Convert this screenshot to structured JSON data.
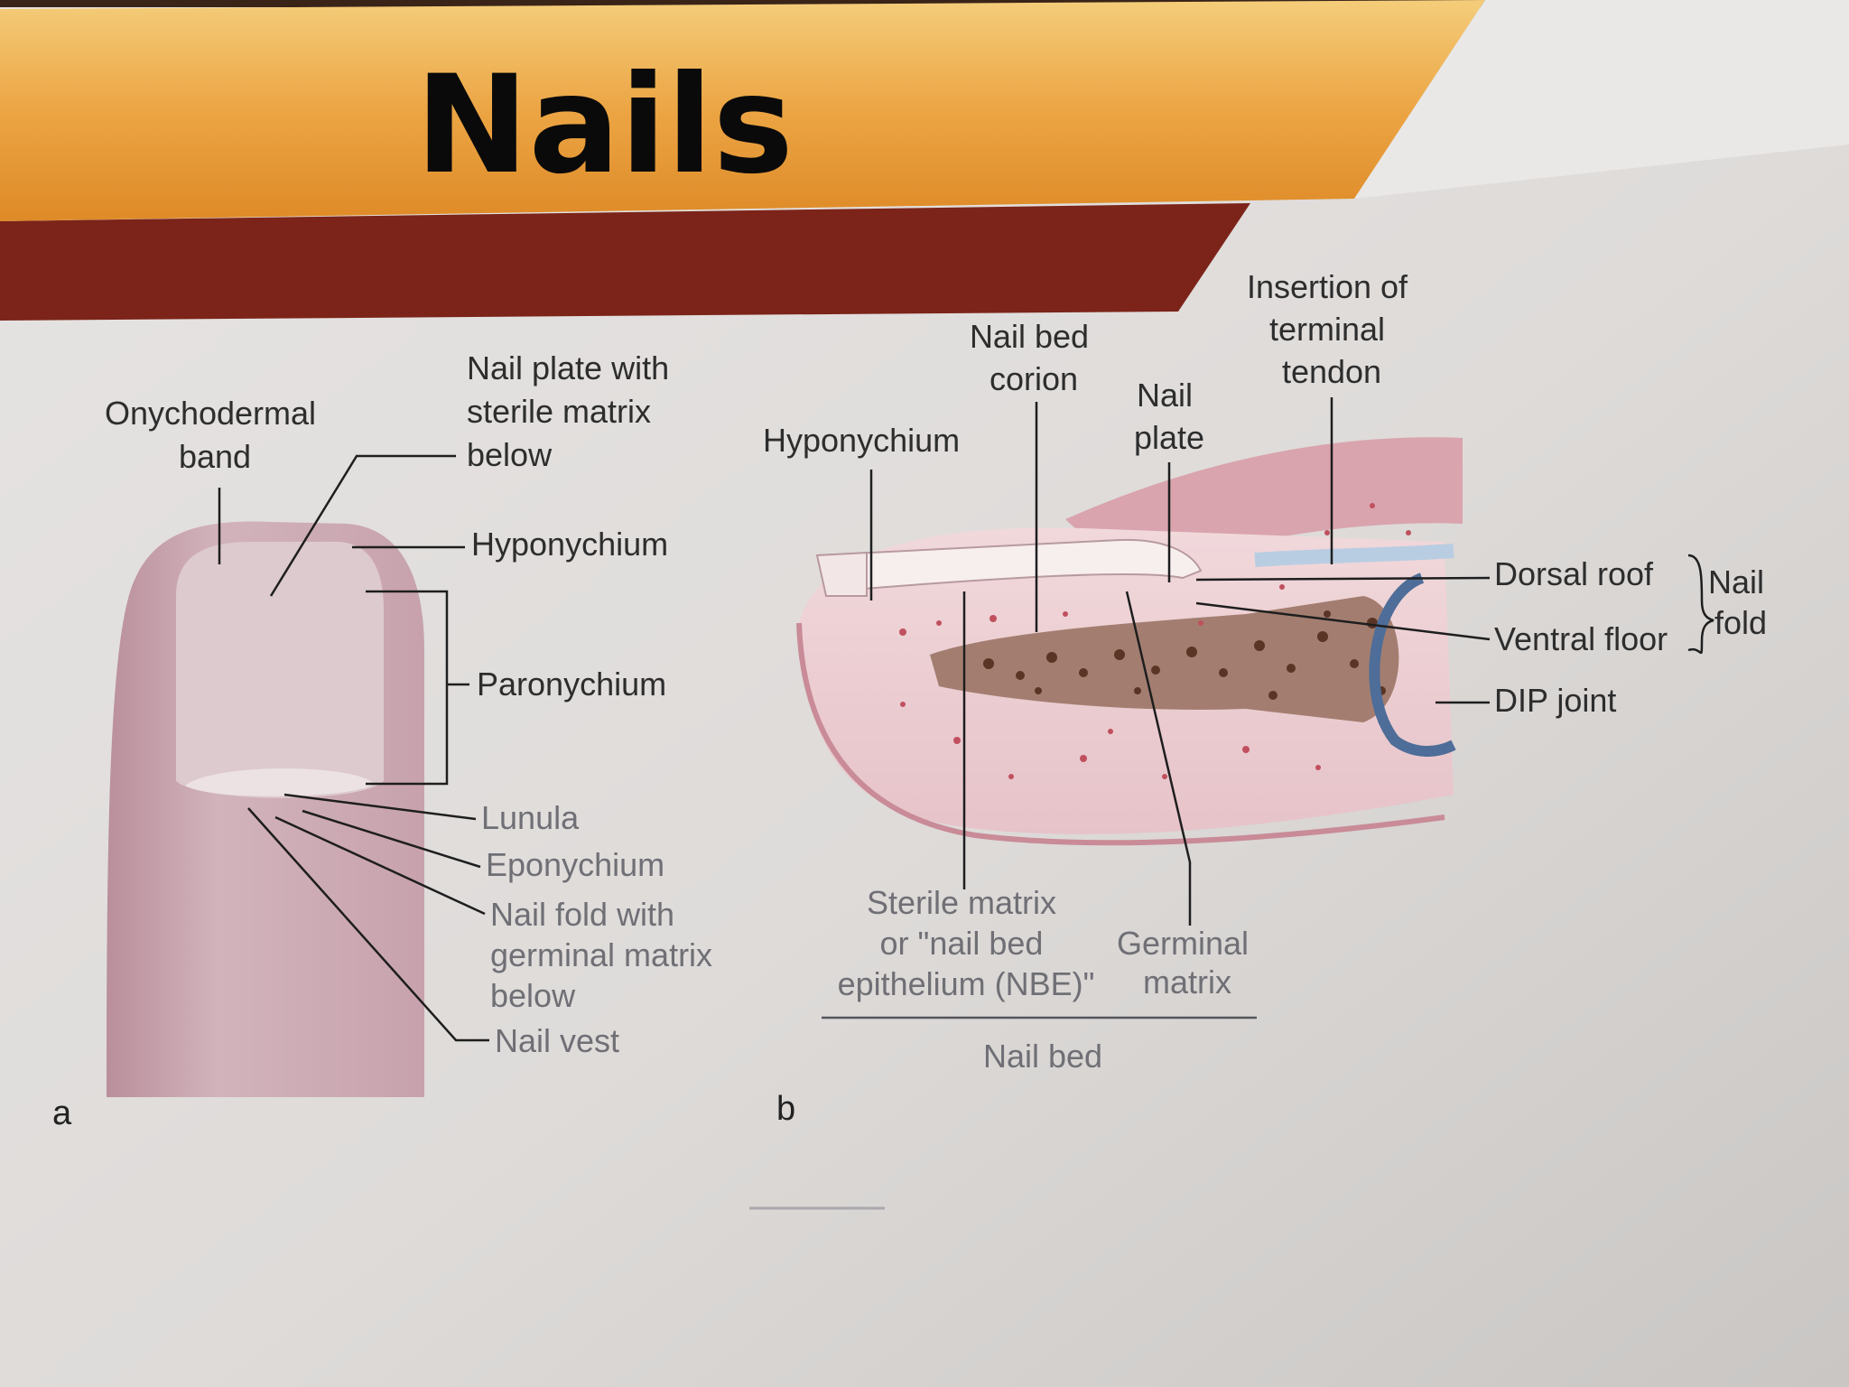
{
  "slide": {
    "title": "Nails"
  },
  "colors": {
    "banner_orange": "#e79a2e",
    "banner_light": "#f2c06a",
    "banner_dark": "#7c2419",
    "finger_pink": "#c9a6b0",
    "nail_pink": "#dcc7cc",
    "tissue_pink": "#eccfd3",
    "bone_brown": "#6e4634",
    "joint_blue": "#4e6d98"
  },
  "panel_a": {
    "letter": "a",
    "labels": {
      "onychodermal_band_l1": "Onychodermal",
      "onychodermal_band_l2": "band",
      "nail_plate_l1": "Nail plate with",
      "nail_plate_l2": "sterile matrix",
      "nail_plate_l3": "below",
      "hyponychium": "Hyponychium",
      "paronychium": "Paronychium",
      "lunula": "Lunula",
      "eponychium": "Eponychium",
      "nail_fold_l1": "Nail fold with",
      "nail_fold_l2": "germinal matrix",
      "nail_fold_l3": "below",
      "nail_vest": "Nail vest"
    }
  },
  "panel_b": {
    "letter": "b",
    "labels": {
      "hyponychium": "Hyponychium",
      "nail_bed_corion_l1": "Nail bed",
      "nail_bed_corion_l2": "corion",
      "nail_plate_l1": "Nail",
      "nail_plate_l2": "plate",
      "insertion_l1": "Insertion of",
      "insertion_l2": "terminal",
      "insertion_l3": "tendon",
      "dorsal_roof": "Dorsal roof",
      "ventral_floor": "Ventral floor",
      "nail_fold_l1": "Nail",
      "nail_fold_l2": "fold",
      "dip_joint": "DIP joint",
      "sterile_matrix_l1": "Sterile matrix",
      "sterile_matrix_l2": "or \"nail bed",
      "sterile_matrix_l3": "epithelium (NBE)\"",
      "germinal_matrix_l1": "Germinal",
      "germinal_matrix_l2": "matrix",
      "nail_bed": "Nail bed"
    }
  }
}
